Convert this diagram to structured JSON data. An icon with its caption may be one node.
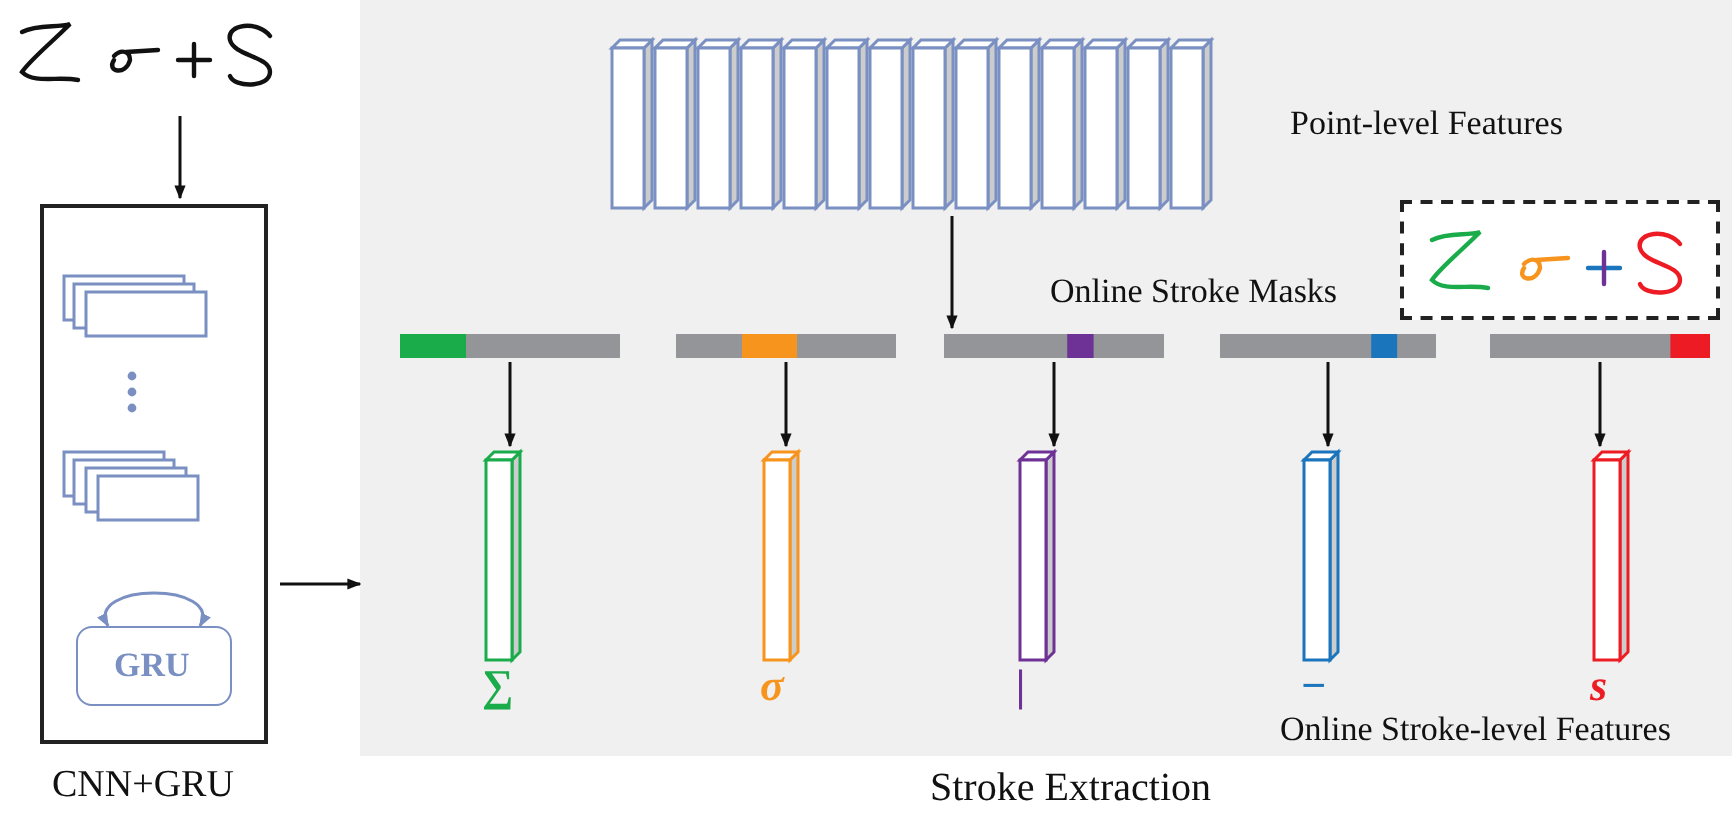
{
  "diagram": {
    "nodes": [
      {
        "text": [],
        "shape": "picture"
      },
      {
        "text": [
          "CNN+GRU"
        ]
      },
      {
        "text": [
          "GRU"
        ],
        "in": 1
      },
      {
        "text": [
          "Stroke Extraction"
        ]
      },
      {
        "text": [],
        "shape": "bar",
        "in": 3,
        "beside": [
          "Point-level Features"
        ]
      },
      {
        "text": [],
        "shape": "bar",
        "in": 3
      },
      {
        "text": [],
        "shape": "bar",
        "in": 3
      },
      {
        "text": [],
        "shape": "bar",
        "in": 3
      },
      {
        "text": [],
        "shape": "bar",
        "in": 3
      },
      {
        "text": [],
        "shape": "bar",
        "in": 3
      },
      {
        "text": [],
        "shape": "box",
        "in": 3
      },
      {
        "text": [],
        "shape": "bar",
        "in": 3,
        "beside": [
          "∑"
        ]
      },
      {
        "text": [],
        "shape": "bar",
        "in": 3,
        "beside": [
          "σ"
        ]
      },
      {
        "text": [],
        "shape": "bar",
        "in": 3,
        "beside": [
          "|"
        ]
      },
      {
        "text": [],
        "shape": "bar",
        "in": 3,
        "beside": [
          "−"
        ]
      },
      {
        "text": [],
        "shape": "bar",
        "in": 3,
        "beside": [
          "s"
        ]
      }
    ],
    "edges": [
      {
        "from": 0,
        "to": 1,
        "arrow": "to"
      },
      {
        "from": 2,
        "to": 2,
        "arrow": "both",
        "color": "#7a8fc2"
      },
      {
        "from": 1,
        "to": 3,
        "arrow": "to"
      },
      {
        "from": 4,
        "to": 7,
        "arrow": "to"
      },
      {
        "from": 5,
        "to": 11,
        "arrow": "to"
      },
      {
        "from": 6,
        "to": 12,
        "arrow": "to"
      },
      {
        "from": 7,
        "to": 13,
        "arrow": "to"
      },
      {
        "from": 8,
        "to": 14,
        "arrow": "to"
      },
      {
        "from": 9,
        "to": 15,
        "arrow": "to"
      }
    ],
    "labels": [
      "Online Stroke Masks",
      "Online Stroke-level Features"
    ]
  }
}
